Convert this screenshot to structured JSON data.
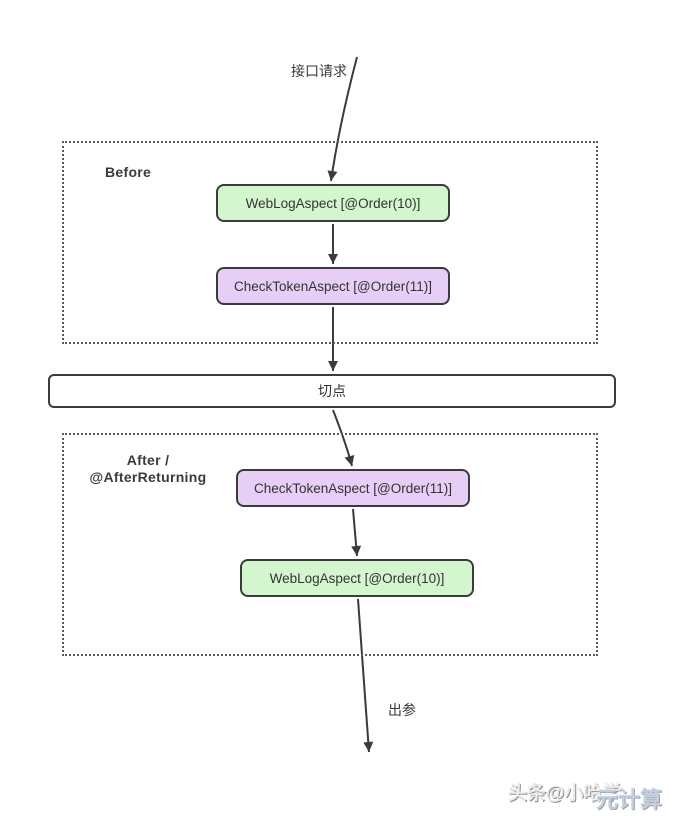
{
  "labels": {
    "request": "接口请求",
    "response": "出参"
  },
  "pointcut": {
    "label": "切点"
  },
  "sections": {
    "before": {
      "title": "Before",
      "nodes": [
        {
          "id": "weblog-aspect",
          "label": "WebLogAspect [@Order(10)]",
          "fill": "#d4f6ce"
        },
        {
          "id": "checktoken-aspect",
          "label": "CheckTokenAspect [@Order(11)]",
          "fill": "#e6cef6"
        }
      ]
    },
    "after": {
      "title_line1": "After /",
      "title_line2": "@AfterReturning",
      "nodes": [
        {
          "id": "checktoken-aspect",
          "label": "CheckTokenAspect [@Order(11)]",
          "fill": "#e6cef6"
        },
        {
          "id": "weblog-aspect",
          "label": "WebLogAspect [@Order(10)]",
          "fill": "#d4f6ce"
        }
      ]
    }
  },
  "watermark": {
    "gray_text": "头条@小哈学",
    "blue_text": "元计算",
    "blue_color": "#c5d0de",
    "gray_color": "#ececec"
  },
  "colors": {
    "node_border": "#3b3b3b",
    "arrow": "#3b3b3b",
    "green_fill": "#d4f6ce",
    "purple_fill": "#e6cef6",
    "dashed_border": "#5b5b5b",
    "text": "#333333",
    "background": "#ffffff"
  }
}
